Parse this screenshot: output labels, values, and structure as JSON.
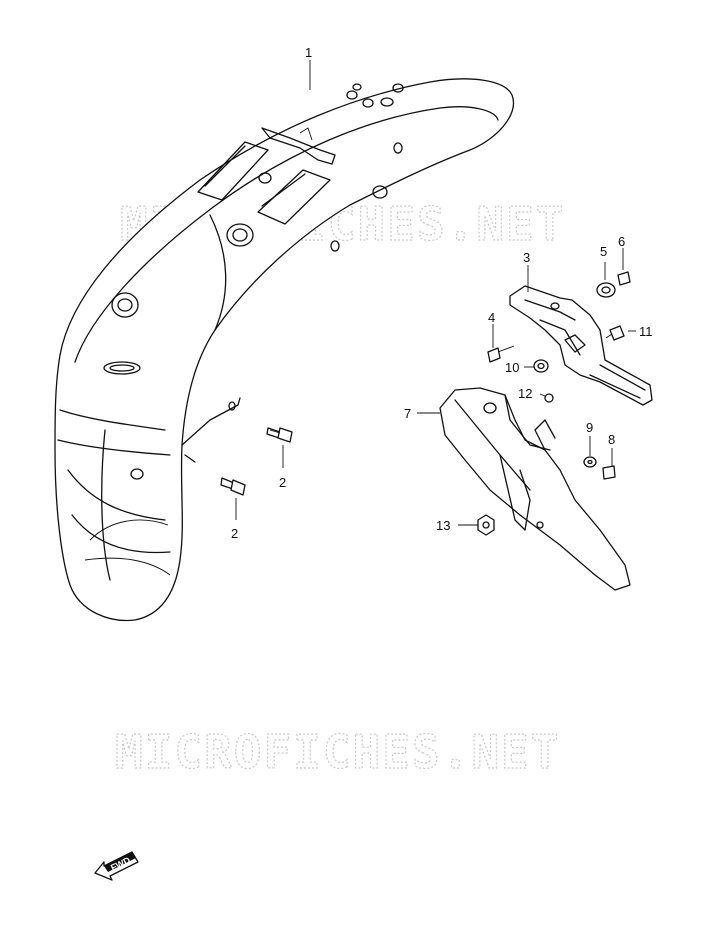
{
  "watermark": {
    "text": "MICROFICHES.NET",
    "color": "#c9c9c9"
  },
  "fwd_badge": {
    "label": "FWD",
    "icon": "fwd-arrow-icon"
  },
  "callouts": [
    {
      "id": "c1",
      "label": "1"
    },
    {
      "id": "c2a",
      "label": "2"
    },
    {
      "id": "c2b",
      "label": "2"
    },
    {
      "id": "c3",
      "label": "3"
    },
    {
      "id": "c4",
      "label": "4"
    },
    {
      "id": "c5",
      "label": "5"
    },
    {
      "id": "c6",
      "label": "6"
    },
    {
      "id": "c7",
      "label": "7"
    },
    {
      "id": "c8",
      "label": "8"
    },
    {
      "id": "c9",
      "label": "9"
    },
    {
      "id": "c10",
      "label": "10"
    },
    {
      "id": "c11",
      "label": "11"
    },
    {
      "id": "c12",
      "label": "12"
    },
    {
      "id": "c13",
      "label": "13"
    }
  ]
}
